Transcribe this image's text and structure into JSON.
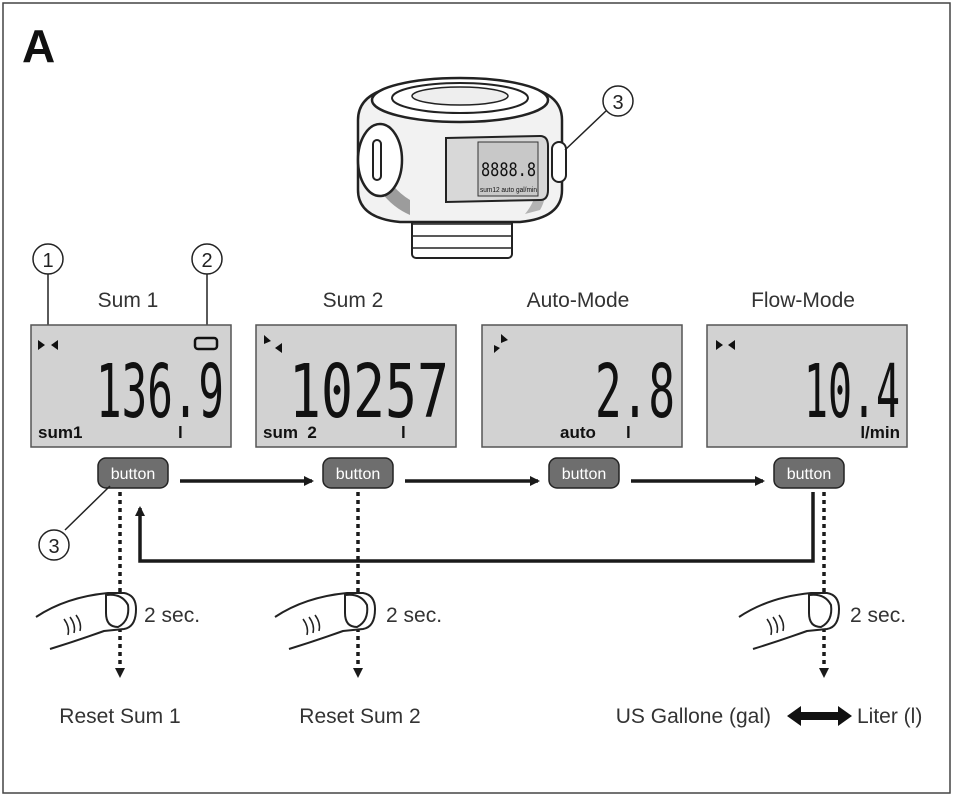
{
  "figure_label": "A",
  "callouts": {
    "c1": "1",
    "c2": "2",
    "c3_top": "3",
    "c3_bottom": "3"
  },
  "device": {
    "lcd_digits": "8888.8",
    "lcd_bottom": "sum12 auto gal/min"
  },
  "panels": [
    {
      "title": "Sum 1",
      "value": "136.9",
      "label": "sum1",
      "unit": "l"
    },
    {
      "title": "Sum 2",
      "value": "10257",
      "label": "sum  2",
      "unit": "l"
    },
    {
      "title": "Auto-Mode",
      "value": "2.8",
      "label": "auto",
      "unit": "l"
    },
    {
      "title": "Flow-Mode",
      "value": "10.4",
      "label": "",
      "unit": "l/min"
    }
  ],
  "button_label": "button",
  "hold": {
    "sum1": "2 sec.",
    "sum2": "2 sec.",
    "flow": "2 sec."
  },
  "results": {
    "reset1": "Reset Sum 1",
    "reset2": "Reset Sum 2",
    "gal": "US Gallone (gal)",
    "liter": "Liter (l)"
  },
  "colors": {
    "lcd": "#d2d2d2",
    "button": "#6e6e6e",
    "line": "#1a1a1a"
  }
}
